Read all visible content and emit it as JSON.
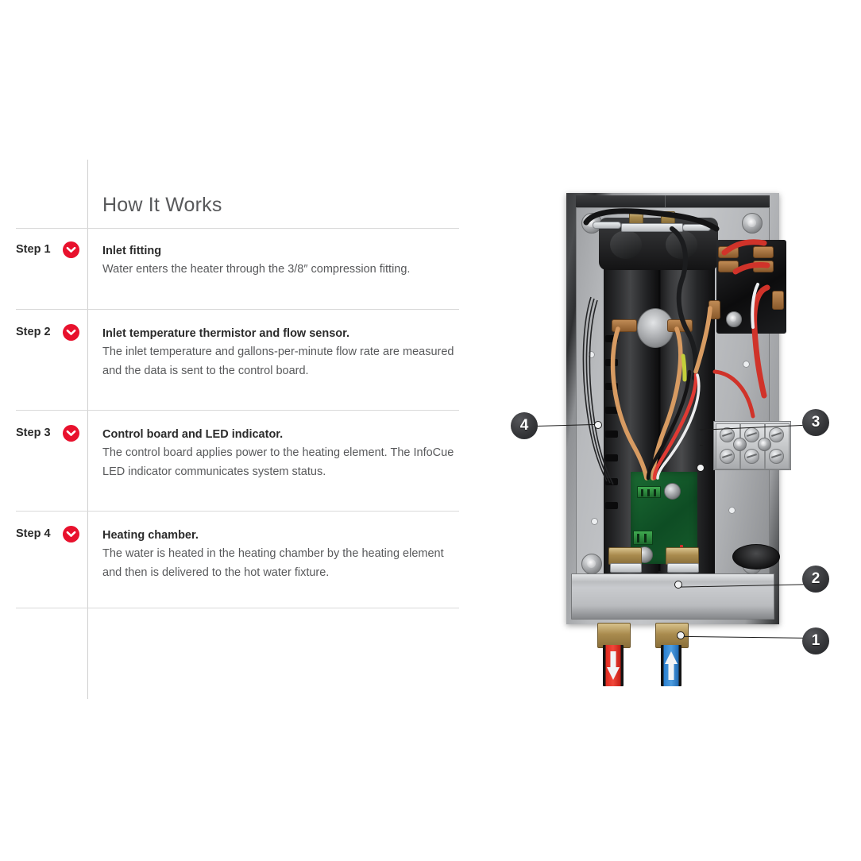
{
  "panel": {
    "title": "How It Works",
    "step_label_prefix": "Step",
    "toggle_icon": "chevron-down-icon",
    "accent_color": "#e8112d",
    "text_color": "#2b2b2b",
    "muted_color": "#58595b",
    "rule_color": "#d9d9d9"
  },
  "steps": [
    {
      "number": "1",
      "label": "Step 1",
      "heading": "Inlet fitting",
      "description": "Water enters the heater through the 3/8″ compression fitting."
    },
    {
      "number": "2",
      "label": "Step 2",
      "heading": "Inlet temperature thermistor and flow sensor.",
      "description": "The inlet temperature and gallons-per-minute flow rate are measured and the data is sent to the control board."
    },
    {
      "number": "3",
      "label": "Step 3",
      "heading": "Control board and LED indicator.",
      "description": "The control board applies power to the heating element. The InfoCue LED indicator communicates system status."
    },
    {
      "number": "4",
      "label": "Step 4",
      "heading": "Heating chamber.",
      "description": "The water is heated in the heating chamber by the heating element and then is delivered to the hot water fixture."
    }
  ],
  "product": {
    "alt": "tankless-water-heater-cutaway",
    "callouts": [
      {
        "number": "1",
        "target": "inlet-fitting"
      },
      {
        "number": "2",
        "target": "heating-chamber-outlet"
      },
      {
        "number": "3",
        "target": "control-board"
      },
      {
        "number": "4",
        "target": "heating-chamber"
      }
    ],
    "pipes": [
      {
        "name": "hot-water-outlet",
        "color": "#e02b20",
        "arrow": "down"
      },
      {
        "name": "cold-water-inlet",
        "color": "#2a7fd0",
        "arrow": "up"
      }
    ],
    "led_color": "#d32b2b",
    "pcb_color": "#175c2c"
  }
}
